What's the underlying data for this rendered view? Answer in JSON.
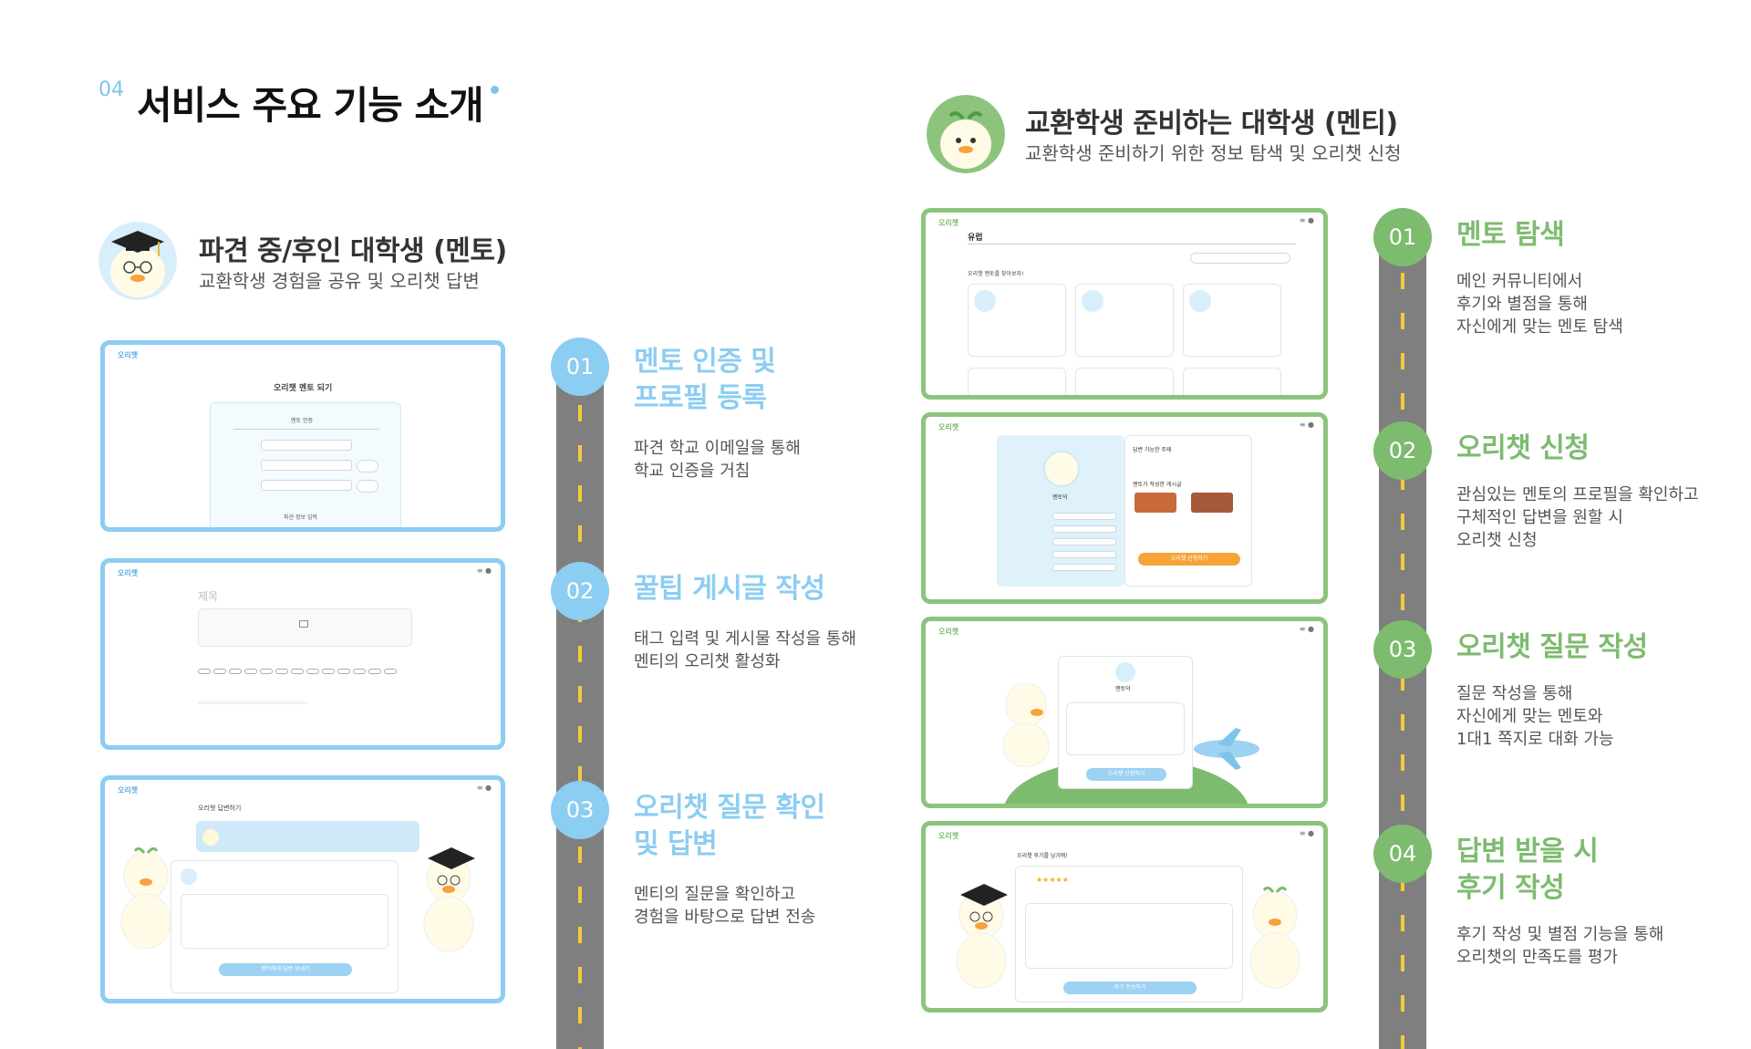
{
  "header": {
    "number": "04",
    "title": "서비스 주요 기능 소개"
  },
  "mentor": {
    "title": "파견 중/후인 대학생 (멘토)",
    "subtitle": "교환학생 경험을 공유 및 오리챗 답변",
    "steps": [
      {
        "num": "01",
        "title_line1": "멘토 인증 및",
        "title_line2": "프로필 등록",
        "desc_line1": "파견 학교 이메일을 통해",
        "desc_line2": "학교 인증을 거침"
      },
      {
        "num": "02",
        "title_line1": "꿀팁 게시글 작성",
        "desc_line1": "태그 입력 및 게시물 작성을 통해",
        "desc_line2": "멘티의 오리챗 활성화"
      },
      {
        "num": "03",
        "title_line1": "오리챗 질문 확인",
        "title_line2": "및 답변",
        "desc_line1": "멘티의 질문을 확인하고",
        "desc_line2": "경험을 바탕으로 답변 전송"
      }
    ],
    "screens": {
      "brand": "오리챗",
      "s1_title": "오리챗 멘토 되기",
      "s1_section": "멘토 인증",
      "s1_bottom": "파견 정보 입력",
      "s2_title": "제목",
      "s3_title": "오리챗 답변하기",
      "s3_button": "멘티에게 답변 보내기"
    }
  },
  "mentee": {
    "title": "교환학생 준비하는 대학생 (멘티)",
    "subtitle": "교환학생 준비하기 위한 정보 탐색 및 오리챗 신청",
    "steps": [
      {
        "num": "01",
        "title_line1": "멘토 탐색",
        "desc_line1": "메인 커뮤니티에서",
        "desc_line2": "후기와 별점을 통해",
        "desc_line3": "자신에게 맞는 멘토 탐색"
      },
      {
        "num": "02",
        "title_line1": "오리챗 신청",
        "desc_line1": "관심있는 멘토의 프로필을 확인하고",
        "desc_line2": "구체적인 답변을 원할 시",
        "desc_line3": "오리챗 신청"
      },
      {
        "num": "03",
        "title_line1": "오리챗 질문 작성",
        "desc_line1": "질문 작성을 통해",
        "desc_line2": "자신에게 맞는 멘토와",
        "desc_line3": "1대1 쪽지로 대화 가능"
      },
      {
        "num": "04",
        "title_line1": "답변 받을 시",
        "title_line2": "후기 작성",
        "desc_line1": "후기 작성 및 별점 기능을 통해",
        "desc_line2": "오리챗의 만족도를 평가"
      }
    ],
    "screens": {
      "brand": "오리챗",
      "s1_title": "유럽",
      "s1_sub": "오리챗 멘토를 찾아보자!",
      "s2_name": "멘토덕",
      "s2_topics": "답변 가능한 주제",
      "s2_posts": "멘토가 작성한 게시글",
      "s2_button": "오리챗 신청하기",
      "s3_name": "멘토덕",
      "s3_button": "오리챗 신청하기",
      "s4_title": "오리챗 후기를 남겨줘!",
      "s4_button": "후기 전송하기"
    }
  },
  "colors": {
    "mentor_accent": "#8ccdf2",
    "mentee_accent": "#7dbb6f",
    "road": "#7f7f7f",
    "road_dash": "#f2cb3a"
  }
}
